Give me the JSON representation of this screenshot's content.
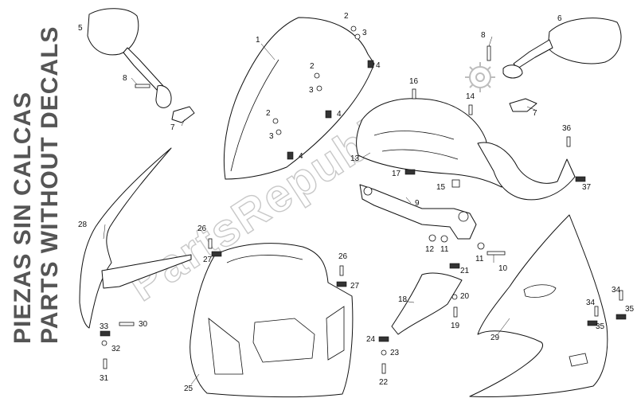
{
  "side_text": {
    "line1": "PIEZAS SIN CALCAS",
    "line2": "PARTS WITHOUT DECALS"
  },
  "watermark": {
    "text": "PartsRepublik"
  },
  "callouts": {
    "c1": "1",
    "c2a": "2",
    "c2b": "2",
    "c2c": "2",
    "c3a": "3",
    "c3b": "3",
    "c3c": "3",
    "c4a": "4",
    "c4b": "4",
    "c4c": "4",
    "c5": "5",
    "c6": "6",
    "c7a": "7",
    "c7b": "7",
    "c8a": "8",
    "c8b": "8",
    "c9": "9",
    "c10": "10",
    "c11a": "11",
    "c11b": "11",
    "c12": "12",
    "c13": "13",
    "c14": "14",
    "c15": "15",
    "c16": "16",
    "c17": "17",
    "c18": "18",
    "c19": "19",
    "c20": "20",
    "c21": "21",
    "c22": "22",
    "c23": "23",
    "c24": "24",
    "c25": "25",
    "c26a": "26",
    "c26b": "26",
    "c27a": "27",
    "c27b": "27",
    "c28": "28",
    "c29": "29",
    "c30": "30",
    "c31": "31",
    "c32": "32",
    "c33": "33",
    "c34a": "34",
    "c34b": "34",
    "c35a": "35",
    "c35b": "35",
    "c36": "36",
    "c37": "37"
  }
}
